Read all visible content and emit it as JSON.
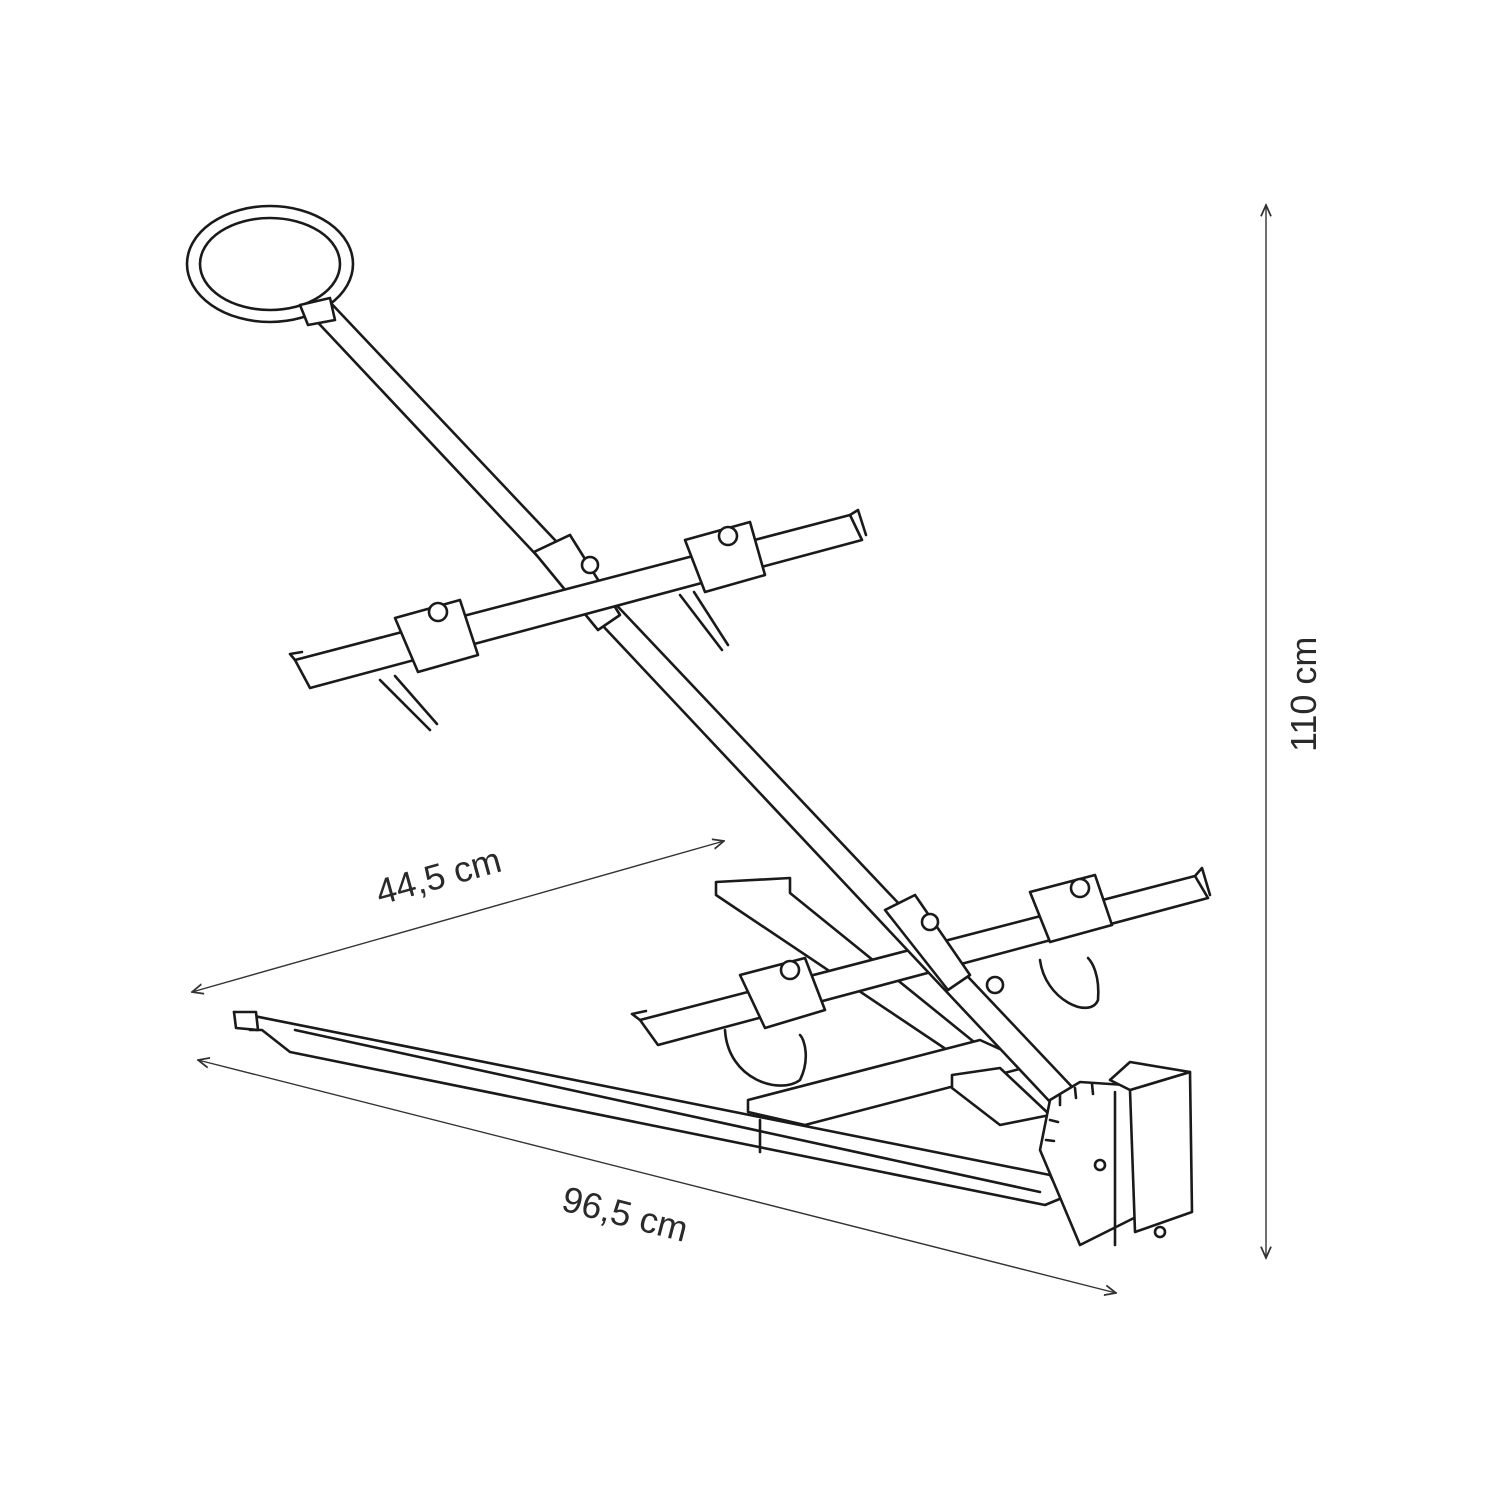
{
  "colors": {
    "line": "#1a1a1a",
    "dimension": "#333333",
    "background": "#ffffff"
  },
  "dimensions": {
    "height_label": "110 cm",
    "depth_label": "44,5 cm",
    "length_label": "96,5 cm"
  }
}
